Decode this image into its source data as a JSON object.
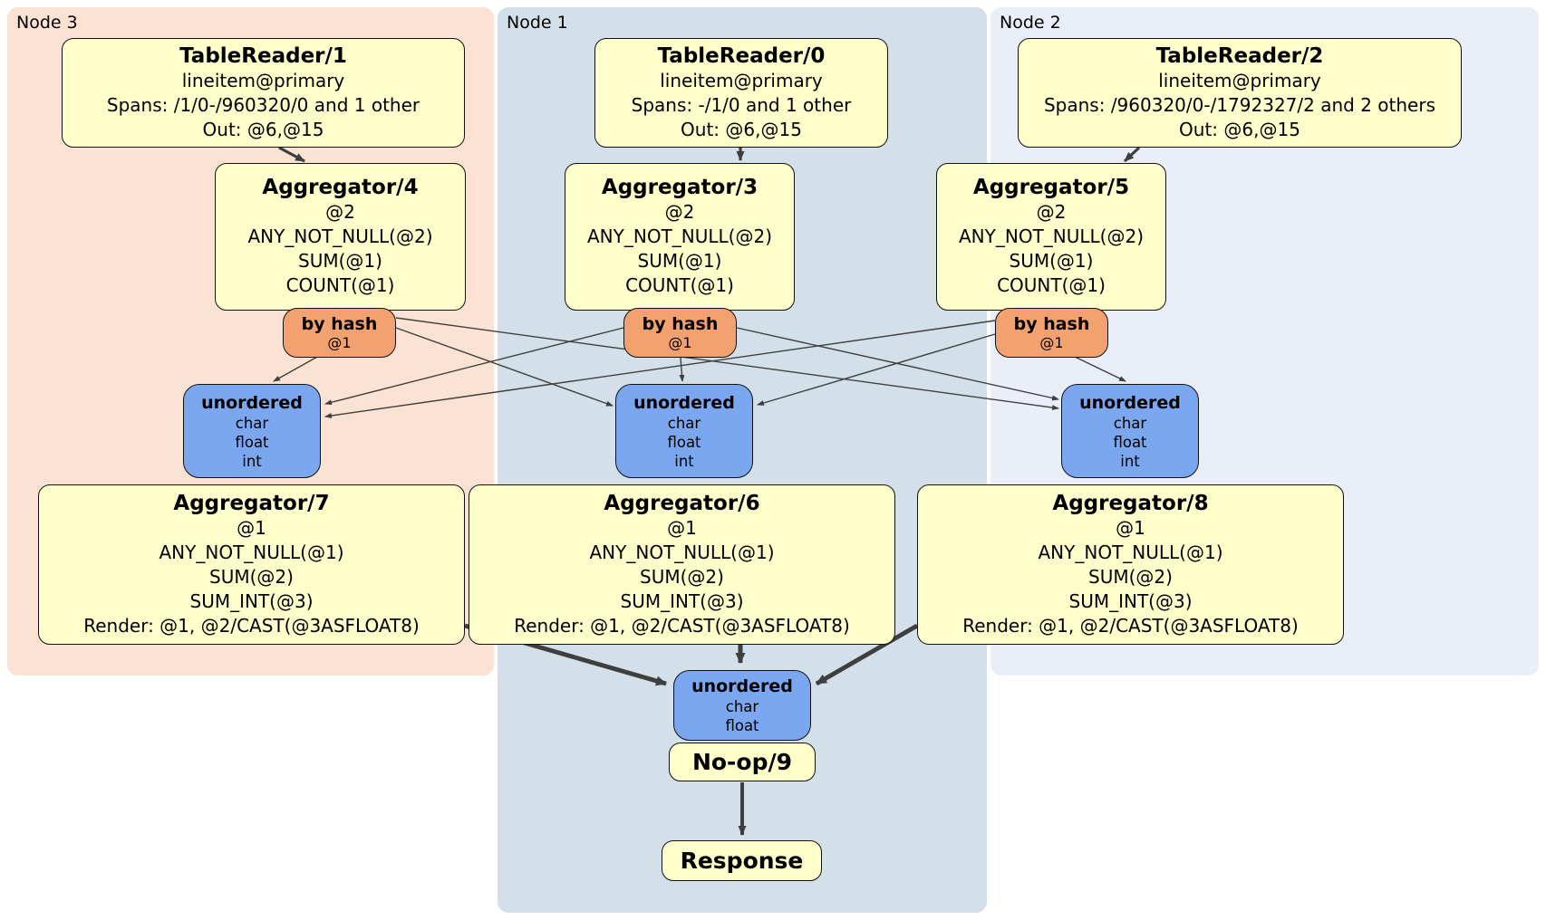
{
  "colors": {
    "node3-bg": "#fbe2d3",
    "node1-bg": "#d3e0e9",
    "node2-bg": "#e9eef8",
    "processor-bg": "#ffffcc",
    "router-bg": "#f3a26f",
    "sync-bg": "#7ba6f0",
    "box-border": "#111111",
    "edge": "#3f3f3f"
  },
  "regions": [
    {
      "label": "Node 3"
    },
    {
      "label": "Node 1"
    },
    {
      "label": "Node 2"
    }
  ],
  "processors": {
    "tr1": {
      "title": "TableReader/1",
      "lines": [
        "lineitem@primary",
        "Spans: /1/0-/960320/0 and 1 other",
        "Out: @6,@15"
      ]
    },
    "tr0": {
      "title": "TableReader/0",
      "lines": [
        "lineitem@primary",
        "Spans: -/1/0 and 1 other",
        "Out: @6,@15"
      ]
    },
    "tr2": {
      "title": "TableReader/2",
      "lines": [
        "lineitem@primary",
        "Spans: /960320/0-/1792327/2 and 2 others",
        "Out: @6,@15"
      ]
    },
    "agg4": {
      "title": "Aggregator/4",
      "lines": [
        "@2",
        "ANY_NOT_NULL(@2)",
        "SUM(@1)",
        "COUNT(@1)"
      ]
    },
    "agg3": {
      "title": "Aggregator/3",
      "lines": [
        "@2",
        "ANY_NOT_NULL(@2)",
        "SUM(@1)",
        "COUNT(@1)"
      ]
    },
    "agg5": {
      "title": "Aggregator/5",
      "lines": [
        "@2",
        "ANY_NOT_NULL(@2)",
        "SUM(@1)",
        "COUNT(@1)"
      ]
    },
    "agg7": {
      "title": "Aggregator/7",
      "lines": [
        "@1",
        "ANY_NOT_NULL(@1)",
        "SUM(@2)",
        "SUM_INT(@3)",
        "Render: @1, @2/CAST(@3ASFLOAT8)"
      ]
    },
    "agg6": {
      "title": "Aggregator/6",
      "lines": [
        "@1",
        "ANY_NOT_NULL(@1)",
        "SUM(@2)",
        "SUM_INT(@3)",
        "Render: @1, @2/CAST(@3ASFLOAT8)"
      ]
    },
    "agg8": {
      "title": "Aggregator/8",
      "lines": [
        "@1",
        "ANY_NOT_NULL(@1)",
        "SUM(@2)",
        "SUM_INT(@3)",
        "Render: @1, @2/CAST(@3ASFLOAT8)"
      ]
    },
    "noop": {
      "title": "No-op/9"
    },
    "response": {
      "title": "Response"
    }
  },
  "routers": {
    "hash4": {
      "title": "by hash",
      "lines": [
        "@1"
      ]
    },
    "hash3": {
      "title": "by hash",
      "lines": [
        "@1"
      ]
    },
    "hash5": {
      "title": "by hash",
      "lines": [
        "@1"
      ]
    }
  },
  "syncs": {
    "sync7": {
      "title": "unordered",
      "lines": [
        "char",
        "float",
        "int"
      ]
    },
    "sync6": {
      "title": "unordered",
      "lines": [
        "char",
        "float",
        "int"
      ]
    },
    "sync8": {
      "title": "unordered",
      "lines": [
        "char",
        "float",
        "int"
      ]
    },
    "sync9": {
      "title": "unordered",
      "lines": [
        "char",
        "float"
      ]
    }
  }
}
